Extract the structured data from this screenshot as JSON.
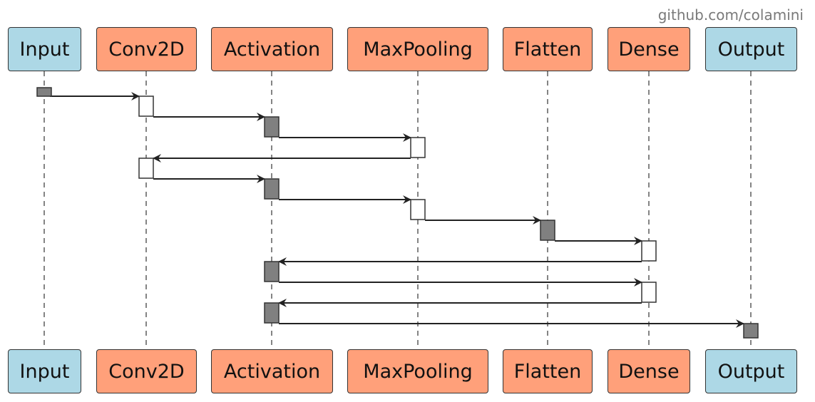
{
  "watermark": "github.com/colamini",
  "colors": {
    "endpoint_fill": "#ADD8E6",
    "layer_fill": "#FFA07A",
    "activation_dark": "#808080",
    "activation_light": "#FFFFFF",
    "line": "#222222"
  },
  "participants": [
    {
      "id": "input",
      "label": "Input",
      "kind": "endpoint"
    },
    {
      "id": "conv2d",
      "label": "Conv2D",
      "kind": "layer"
    },
    {
      "id": "activation",
      "label": "Activation",
      "kind": "layer"
    },
    {
      "id": "maxpooling",
      "label": "MaxPooling",
      "kind": "layer"
    },
    {
      "id": "flatten",
      "label": "Flatten",
      "kind": "layer"
    },
    {
      "id": "dense",
      "label": "Dense",
      "kind": "layer"
    },
    {
      "id": "output",
      "label": "Output",
      "kind": "endpoint"
    }
  ],
  "messages": [
    {
      "from": "input",
      "to": "conv2d"
    },
    {
      "from": "conv2d",
      "to": "activation"
    },
    {
      "from": "activation",
      "to": "maxpooling"
    },
    {
      "from": "maxpooling",
      "to": "conv2d"
    },
    {
      "from": "conv2d",
      "to": "activation"
    },
    {
      "from": "activation",
      "to": "maxpooling"
    },
    {
      "from": "maxpooling",
      "to": "flatten"
    },
    {
      "from": "flatten",
      "to": "dense"
    },
    {
      "from": "dense",
      "to": "activation"
    },
    {
      "from": "activation",
      "to": "dense"
    },
    {
      "from": "dense",
      "to": "activation"
    },
    {
      "from": "activation",
      "to": "output"
    }
  ]
}
